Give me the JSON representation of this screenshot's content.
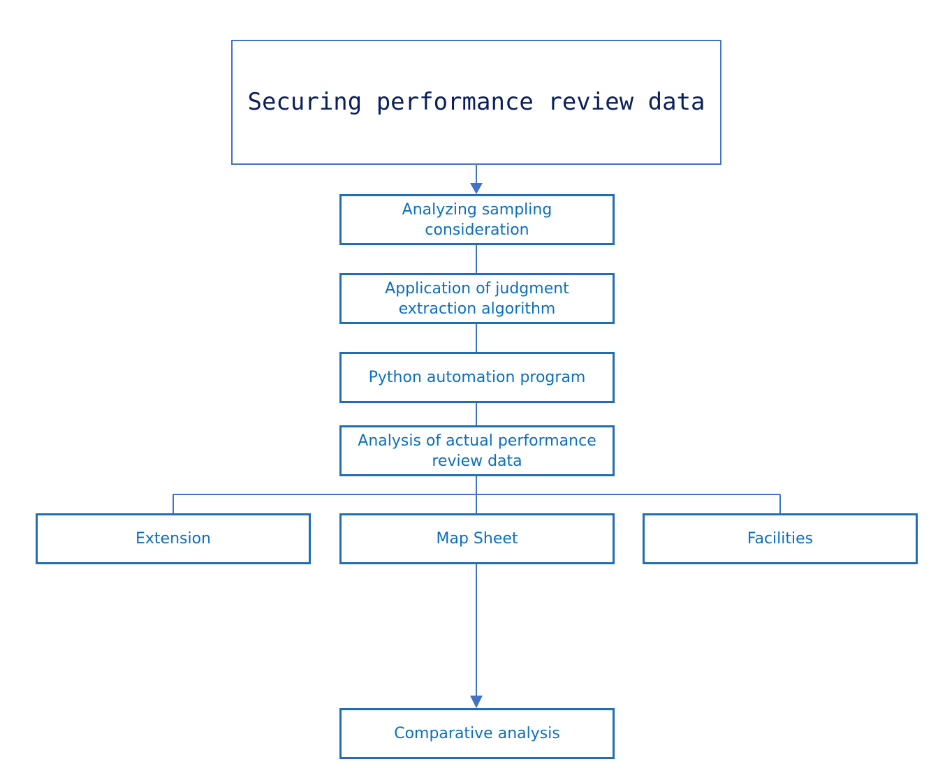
{
  "colors": {
    "box_border": "#1f6fb2",
    "title_border": "#4472c4",
    "box_text": "#0b6fbf",
    "title_text": "#0a1f5c",
    "connector": "#4472c4"
  },
  "nodes": {
    "title": "Securing performance review data",
    "sampling": "Analyzing sampling consideration",
    "judgment": "Application of judgment extraction algorithm",
    "python": "Python automation program",
    "actual": "Analysis of actual performance review data",
    "extension": "Extension",
    "map_sheet": "Map Sheet",
    "facilities": "Facilities",
    "comparative": "Comparative analysis"
  }
}
